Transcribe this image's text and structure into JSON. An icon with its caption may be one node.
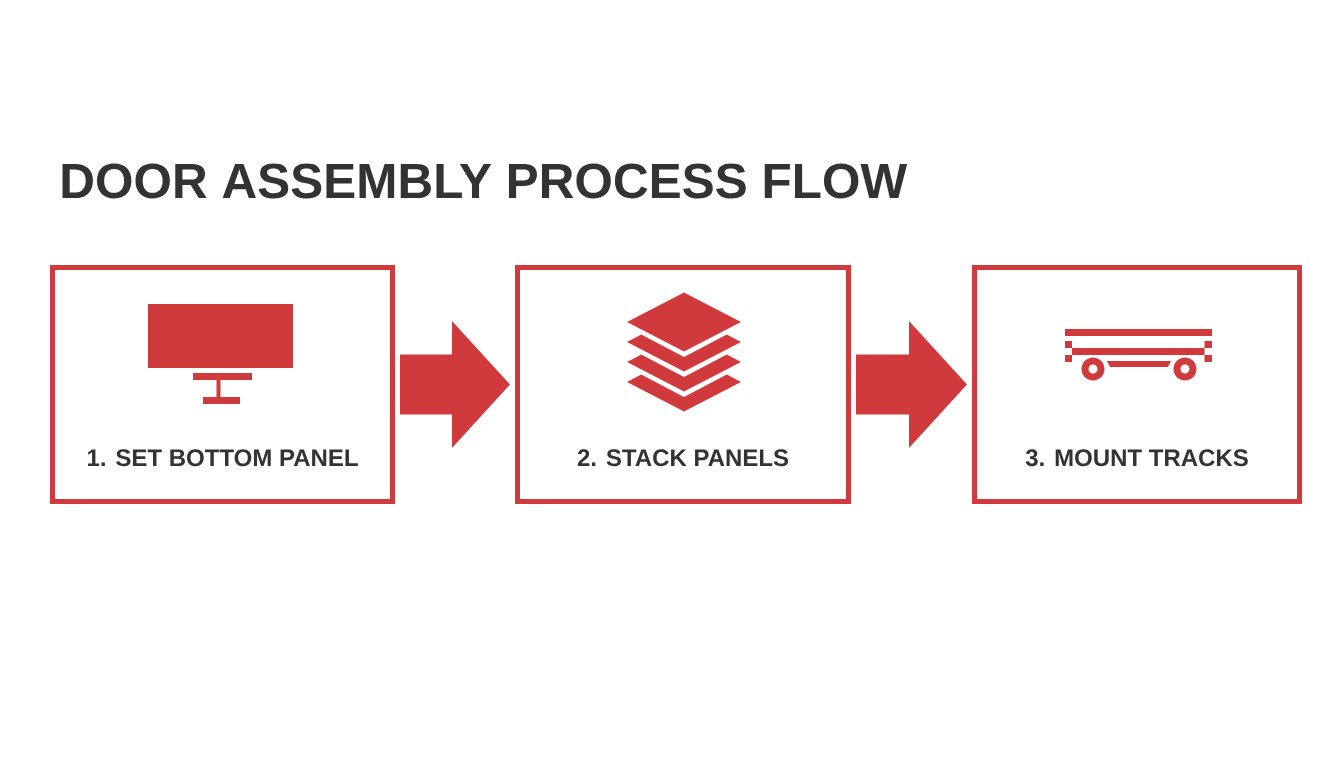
{
  "diagram": {
    "title": "DOOR ASSEMBLY PROCESS FLOW",
    "nodes": [
      {
        "text": [
          "1. SET BOTTOM PANEL"
        ]
      },
      {
        "text": [
          "2. STACK PANELS"
        ]
      },
      {
        "text": [
          "3. MOUNT TRACKS"
        ]
      }
    ],
    "edges": [
      {
        "from": 0,
        "to": 1,
        "arrow": "to"
      },
      {
        "from": 1,
        "to": 2,
        "arrow": "to"
      }
    ]
  }
}
